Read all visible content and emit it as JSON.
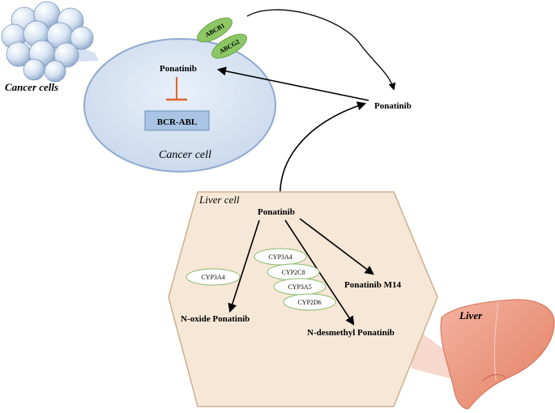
{
  "labels": {
    "cancer_cells": "Cancer cells",
    "cancer_cell": "Cancer cell",
    "liver_cell": "Liver cell",
    "liver": "Liver",
    "transporter_1": "ABCB1",
    "transporter_2": "ABCG2",
    "ponatinib_in_cell": "Ponatinib",
    "target": "BCR-ABL",
    "ponatinib_circulating": "Ponatinib",
    "ponatinib_liver": "Ponatinib",
    "enzyme_noxide": "CYP3A4",
    "enzymes_desmethyl": [
      "CYP3A4",
      "CYP2C8",
      "CYP3A5",
      "CYP2D6"
    ],
    "metabolite_noxide": "N-oxide Ponatinib",
    "metabolite_desmethyl": "N-desmethyl Ponatinib",
    "metabolite_m14": "Ponatinib M14"
  },
  "colors": {
    "cell_fill": "#dce6f4",
    "cell_stroke": "#8fa9d0",
    "target_fill": "#a9c4e4",
    "inhibition": "#e0652a",
    "transporter_fill": "#8cc665",
    "liver_cell_fill": "#f6e7d6",
    "liver_cell_stroke": "#cbb08e",
    "enzyme_stroke": "#86b86a",
    "liver_organ": "#ef9a80"
  }
}
